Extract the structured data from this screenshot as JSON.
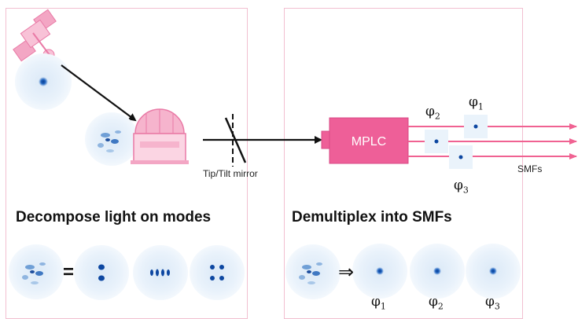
{
  "left_panel": {
    "heading": "Decompose light on modes",
    "equals": "="
  },
  "middle": {
    "mirror_label": "Tip/Tilt mirror"
  },
  "right_panel": {
    "heading": "Demultiplex into SMFs",
    "device_label": "MPLC",
    "fibers_label": "SMFs",
    "arrow_symbol": "⇒",
    "beam_labels": [
      {
        "base": "φ",
        "sub": "2"
      },
      {
        "base": "φ",
        "sub": "1"
      },
      {
        "base": "φ",
        "sub": "3"
      }
    ],
    "output_labels": [
      {
        "base": "φ",
        "sub": "1"
      },
      {
        "base": "φ",
        "sub": "2"
      },
      {
        "base": "φ",
        "sub": "3"
      }
    ]
  },
  "colors": {
    "accent_pink": "#f06292",
    "device_pink": "#ee5f98",
    "spot_blue": "#0d47a1",
    "halo_blue": "#e6f0fa",
    "panel_border": "#f2bfd0"
  }
}
